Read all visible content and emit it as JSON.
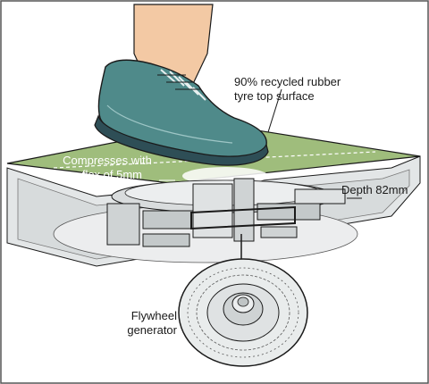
{
  "labels": {
    "surface_line1": "90% recycled rubber",
    "surface_line2": "tyre top surface",
    "compress_line1": "Compresses with",
    "compress_line2": "a flex of 5mm",
    "depth": "Depth 82mm",
    "generator_line1": "Flywheel",
    "generator_line2": "generator"
  },
  "colors": {
    "surface_green": "#9fbd7c",
    "shoe_teal": "#4f8a8a",
    "shoe_sole": "#2e4e56",
    "skin": "#f3c9a4",
    "casing_grey": "#dfe2e3",
    "mechanism_grey": "#cfd3d4",
    "outline": "#1a1a1a"
  },
  "icons": [
    "shoe-icon",
    "flywheel-generator-icon"
  ]
}
